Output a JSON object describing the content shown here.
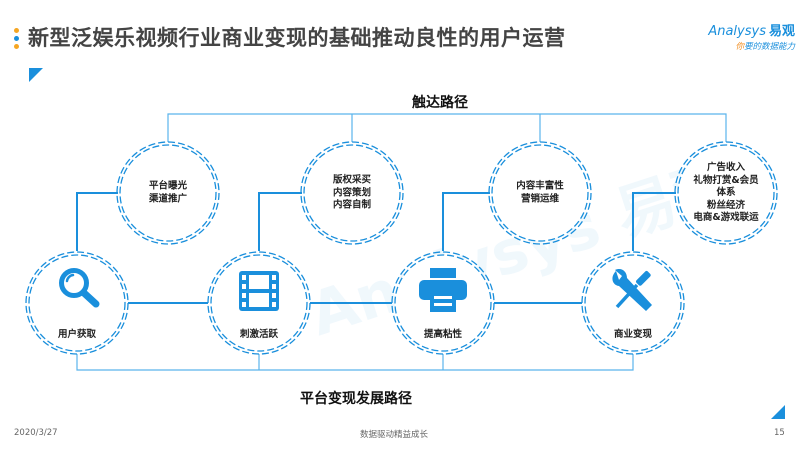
{
  "header": {
    "title": "新型泛娱乐视频行业商业变现的基础推动良性的用户运营",
    "accent_colors": [
      "#f5a623",
      "#1a8fdc",
      "#f5a623"
    ]
  },
  "logo": {
    "brand_en": "Analysys",
    "brand_cn": "易观",
    "slogan_first": "你",
    "slogan_rest": "要的数据能力",
    "color": "#1a8fdc"
  },
  "watermark": "Analysys 易观",
  "diagram": {
    "top_path_label": "触达路径",
    "bottom_path_label": "平台变现发展路径",
    "line_color": "#1a8fdc",
    "top_nodes": [
      {
        "lines": [
          "平台曝光",
          "渠道推广"
        ]
      },
      {
        "lines": [
          "版权采买",
          "内容策划",
          "内容自制"
        ]
      },
      {
        "lines": [
          "内容丰富性",
          "营销运维"
        ]
      },
      {
        "lines": [
          "广告收入",
          "礼物打赏&会员",
          "体系",
          "粉丝经济",
          "电商&游戏联运"
        ]
      }
    ],
    "bottom_nodes": [
      {
        "label": "用户获取",
        "icon": "magnifier-icon"
      },
      {
        "label": "刺激活跃",
        "icon": "film-icon"
      },
      {
        "label": "提高粘性",
        "icon": "printer-icon"
      },
      {
        "label": "商业变现",
        "icon": "tools-icon"
      }
    ]
  },
  "footer": {
    "date": "2020/3/27",
    "slogan": "数据驱动精益成长",
    "page_number": "15"
  }
}
